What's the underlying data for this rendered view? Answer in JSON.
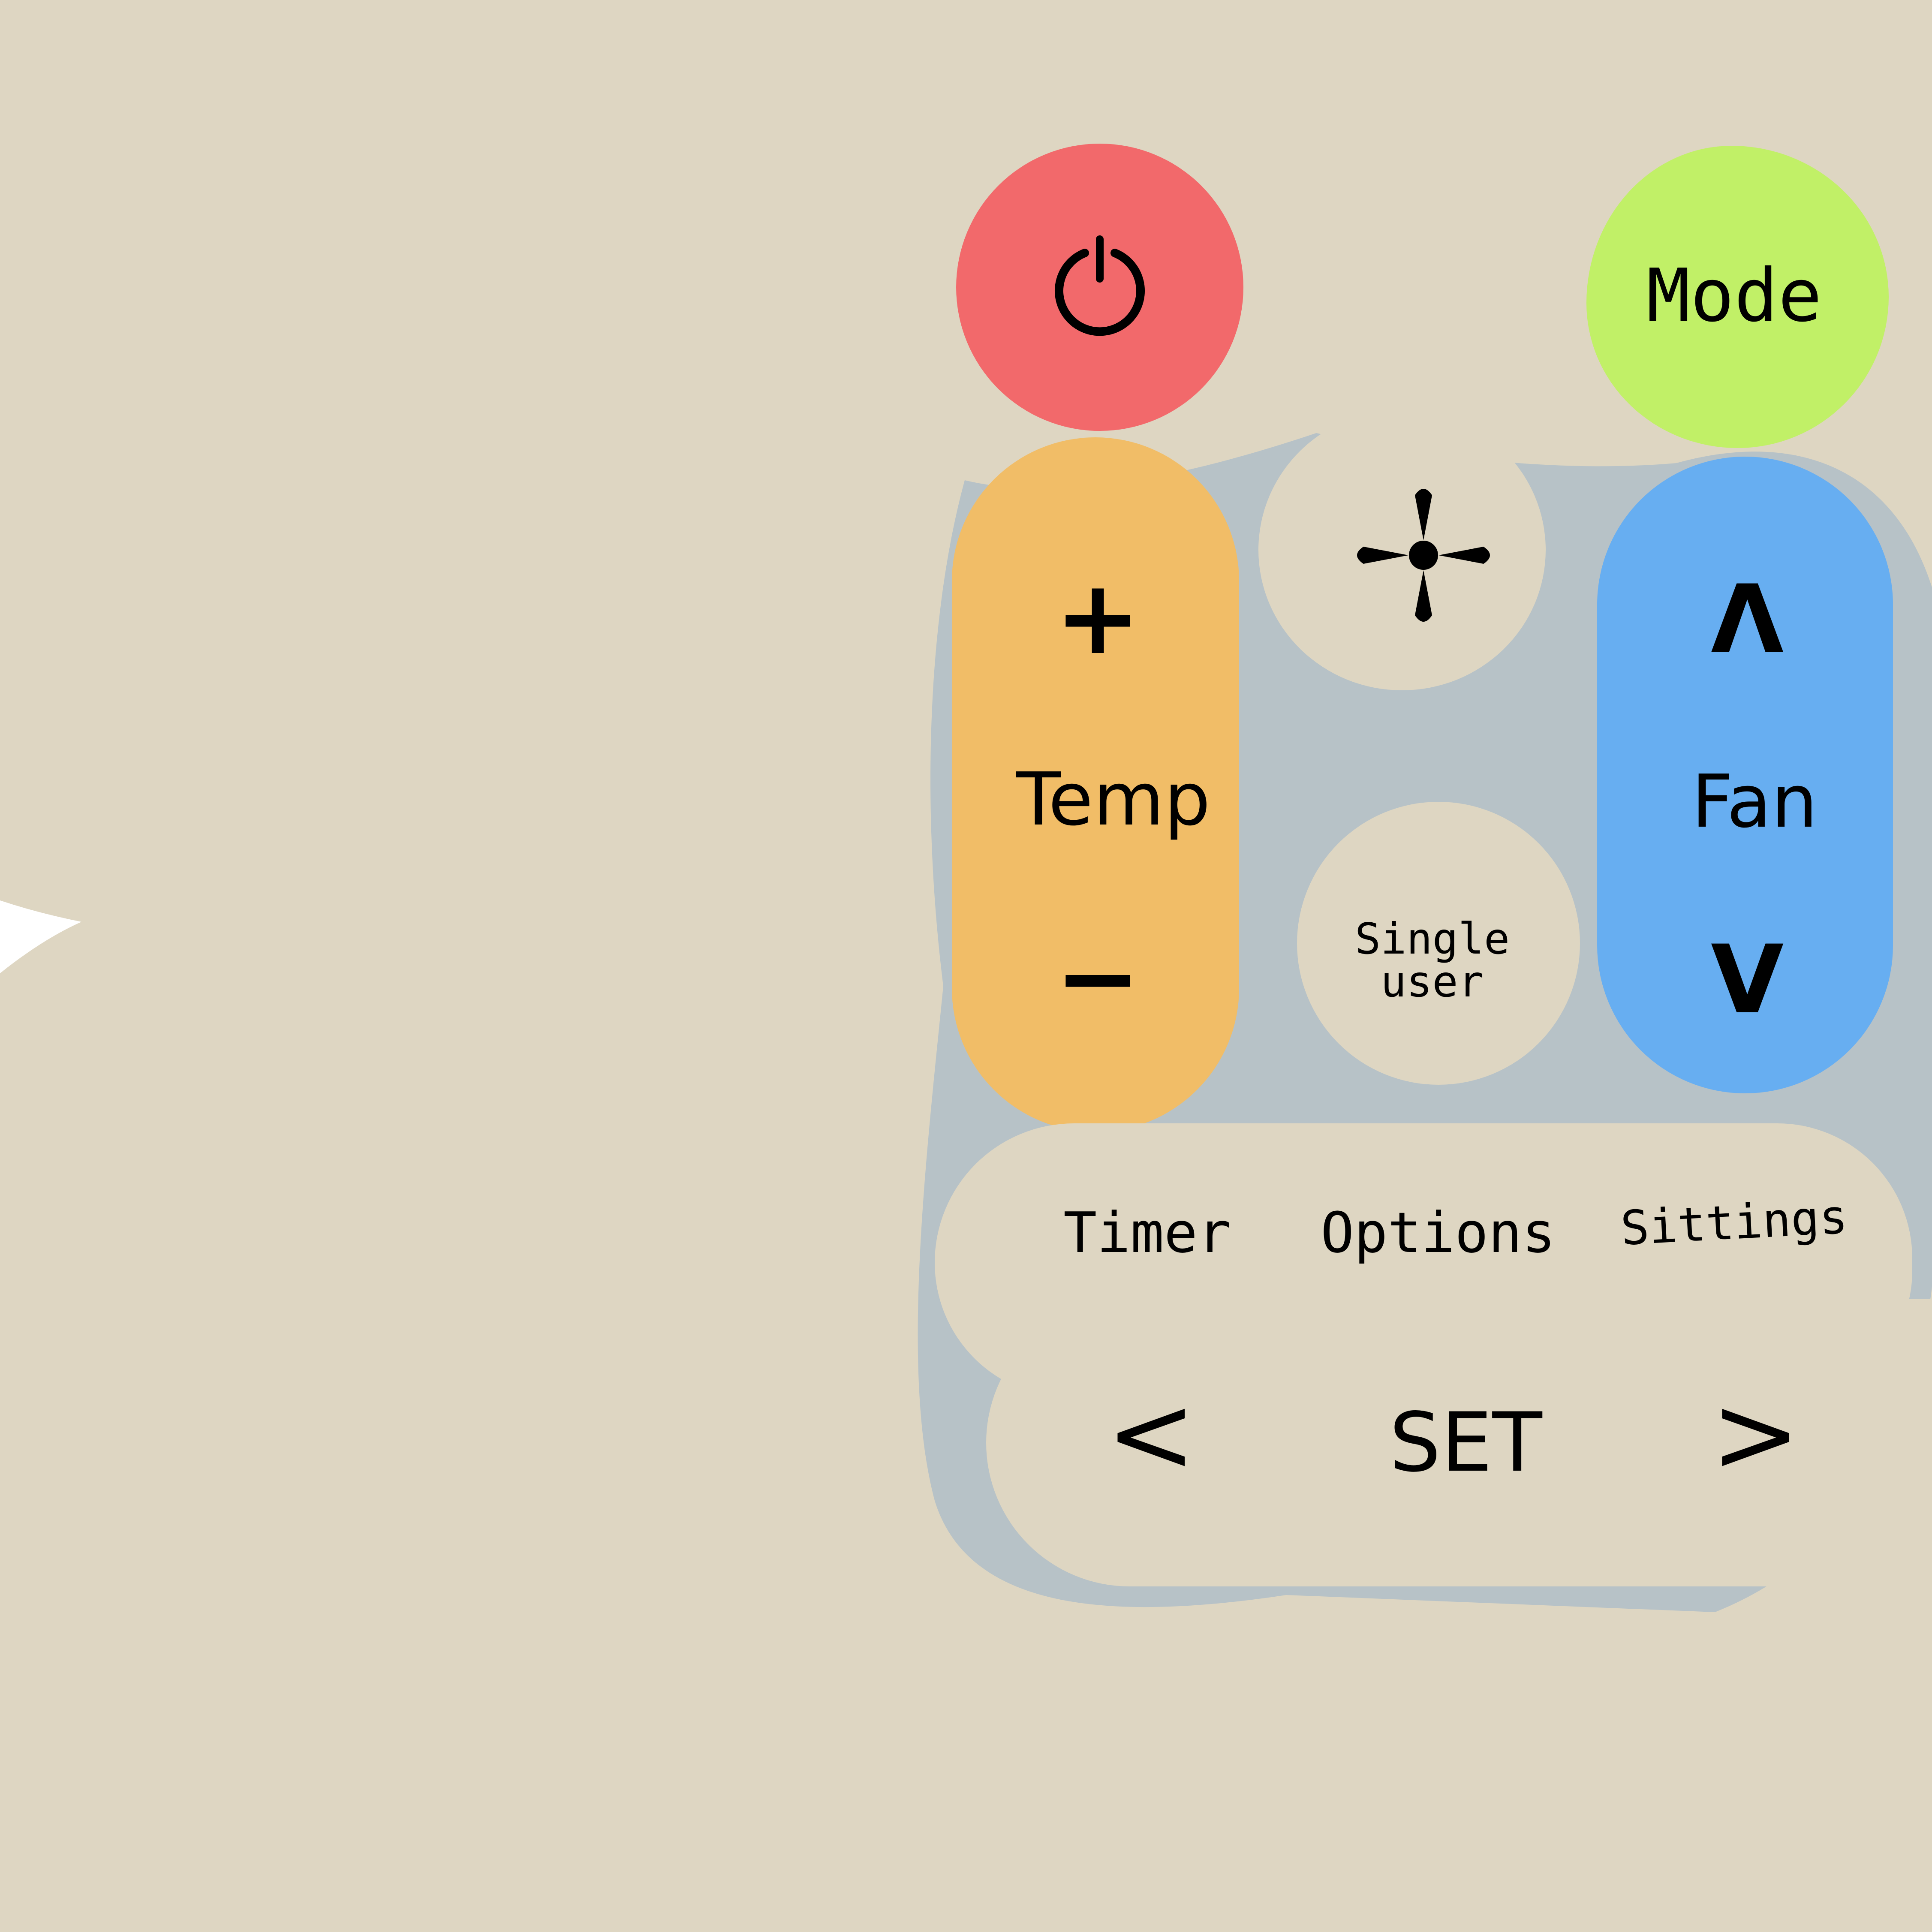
{
  "colors": {
    "background": "#ded6c2",
    "backplate": "#b7c2c7",
    "power": "#f2696b",
    "mode": "#c1f067",
    "temp": "#f1bd67",
    "fan": "#67aef1",
    "neutral": "#ded6c2",
    "ink": "#000000"
  },
  "remote": {
    "power": {
      "icon": "power-icon"
    },
    "mode": {
      "label": "Mode"
    },
    "fan_speed": {
      "icon": "fan-icon"
    },
    "temp": {
      "plus": "+",
      "label": "Temp",
      "minus": "−"
    },
    "fan": {
      "up": "Λ",
      "label": "Fan",
      "down": "V"
    },
    "single_user": {
      "line1": "Single",
      "line2": "user"
    },
    "menu": {
      "timer": "Timer",
      "options": "Options",
      "settings": "Sittings"
    },
    "nav": {
      "prev": "<",
      "set": "SET",
      "next": ">"
    }
  }
}
